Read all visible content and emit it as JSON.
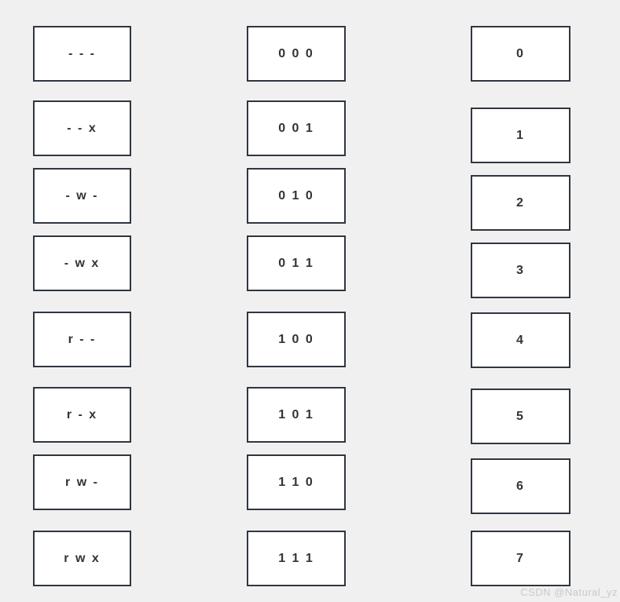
{
  "columns": {
    "permissions": {
      "items": [
        "- - -",
        "- - x",
        "- w -",
        "- w x",
        "r - -",
        "r - x",
        "r w -",
        "r w x"
      ]
    },
    "binary": {
      "items": [
        "0 0 0",
        "0 0 1",
        "0 1 0",
        "0 1 1",
        "1 0 0",
        "1 0 1",
        "1 1 0",
        "1 1 1"
      ]
    },
    "octal": {
      "items": [
        "0",
        "1",
        "2",
        "3",
        "4",
        "5",
        "6",
        "7"
      ]
    }
  },
  "watermark": "CSDN @Natural_yz",
  "colors": {
    "page_background": "#f0f0f0",
    "box_background": "#ffffff",
    "box_border": "#2f3640",
    "text": "#333333",
    "watermark_text": "#c9c9c9"
  }
}
